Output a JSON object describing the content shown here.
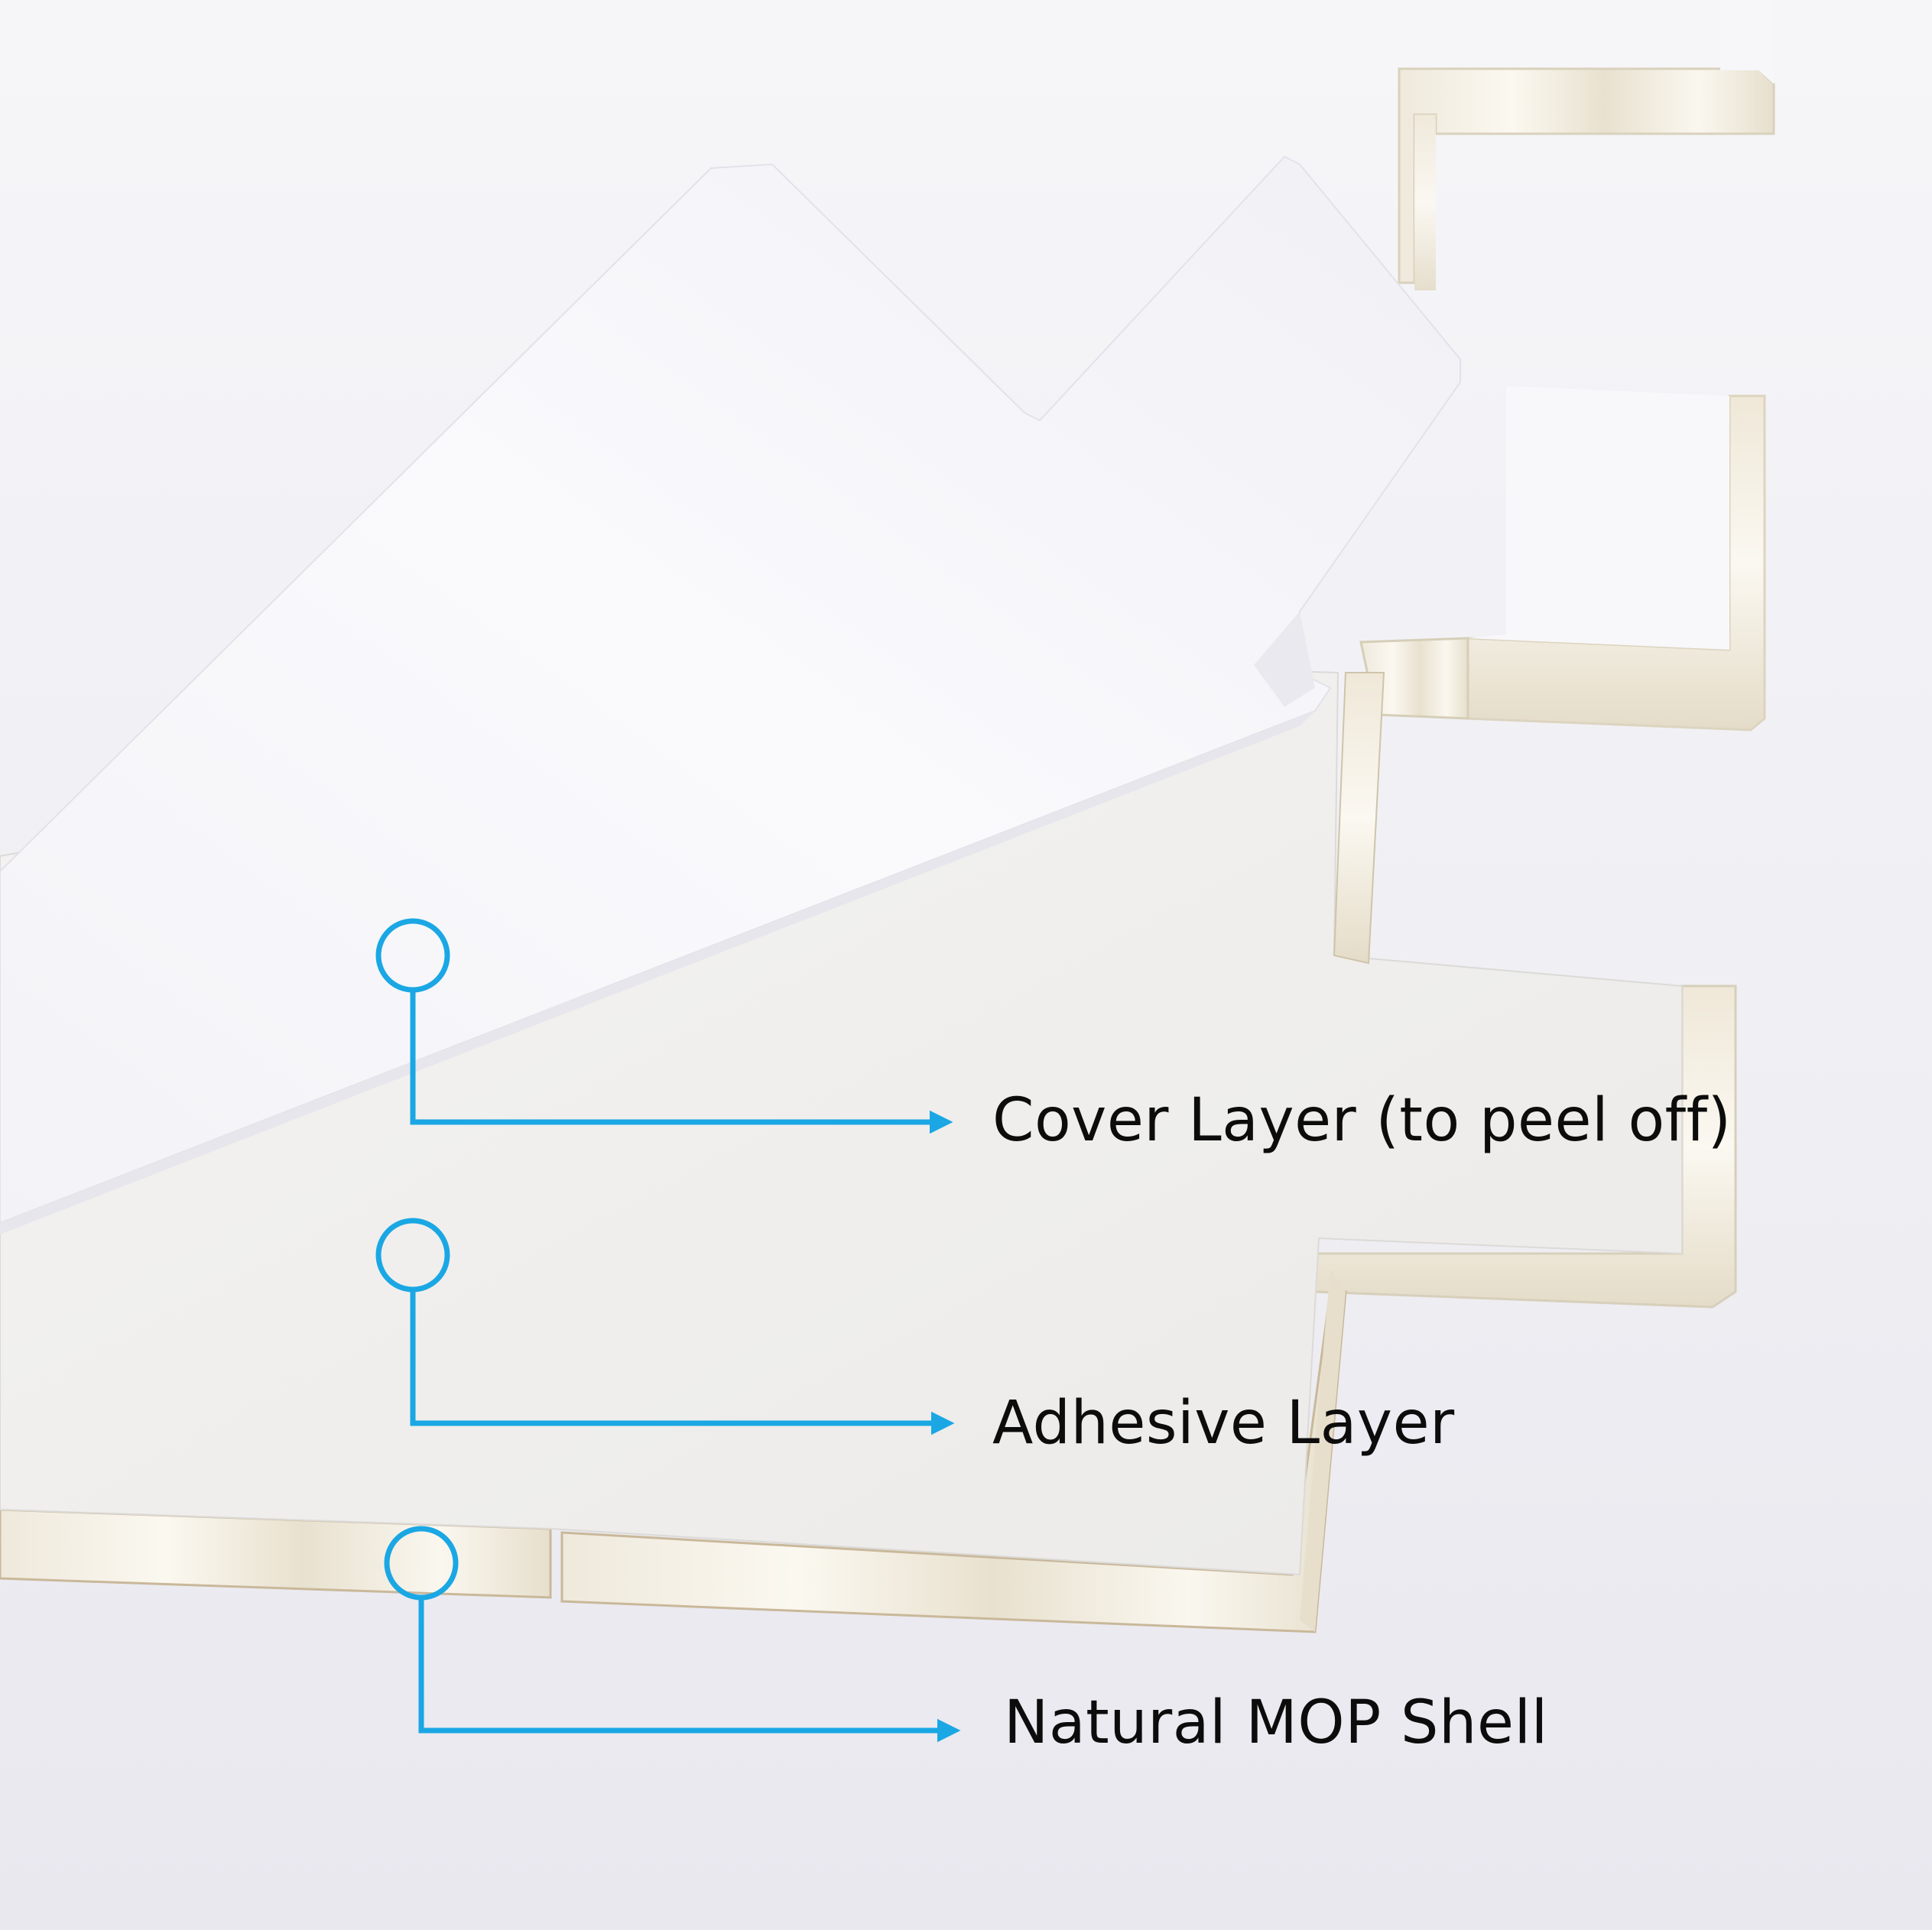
{
  "image": {
    "description": "Product photo of a peel-and-stick mother-of-pearl mosaic tile with annotated layers",
    "background_color": "#f1f1f5",
    "accent_color": "#1aa7e4",
    "label_color": "#0c0c0c"
  },
  "callouts": [
    {
      "id": "cover",
      "label": "Cover Layer (to peel off)"
    },
    {
      "id": "adhesive",
      "label": "Adhesive Layer"
    },
    {
      "id": "shell",
      "label": "Natural MOP Shell"
    }
  ]
}
